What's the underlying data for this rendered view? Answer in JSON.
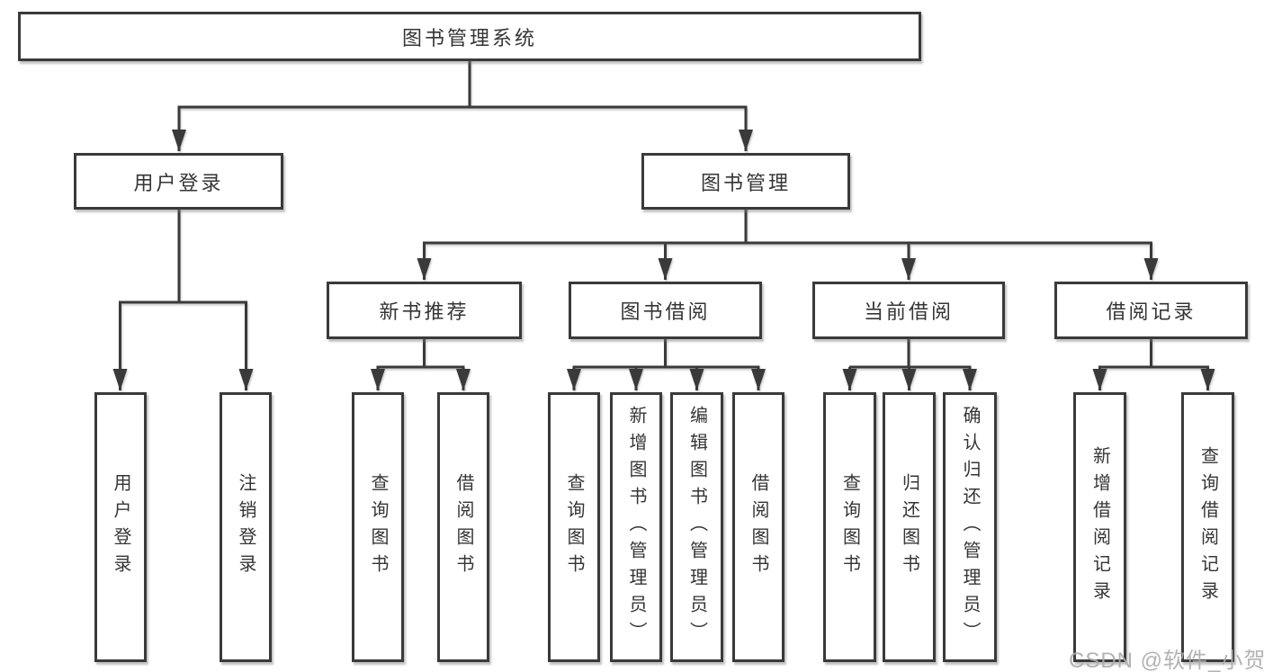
{
  "colors": {
    "line": "#3a3a3a",
    "box_border": "#3a3a3a",
    "box_background": "#ffffff",
    "text": "#353535",
    "watermark": "#adadad"
  },
  "watermark": {
    "text": "CSDN @软件_小贺同学"
  },
  "tree": {
    "label": "图书管理系统",
    "children": [
      {
        "label": "用户登录",
        "children": [
          {
            "label": "用户登录"
          },
          {
            "label": "注销登录"
          }
        ]
      },
      {
        "label": "图书管理",
        "children": [
          {
            "label": "新书推荐",
            "children": [
              {
                "label": "查询图书"
              },
              {
                "label": "借阅图书"
              }
            ]
          },
          {
            "label": "图书借阅",
            "children": [
              {
                "label": "查询图书"
              },
              {
                "label": "新增图书（管理员）"
              },
              {
                "label": "编辑图书（管理员）"
              },
              {
                "label": "借阅图书"
              }
            ]
          },
          {
            "label": "当前借阅",
            "children": [
              {
                "label": "查询图书"
              },
              {
                "label": "归还图书"
              },
              {
                "label": "确认归还（管理员）"
              }
            ]
          },
          {
            "label": "借阅记录",
            "children": [
              {
                "label": "新增借阅记录"
              },
              {
                "label": "查询借阅记录"
              }
            ]
          }
        ]
      }
    ]
  }
}
